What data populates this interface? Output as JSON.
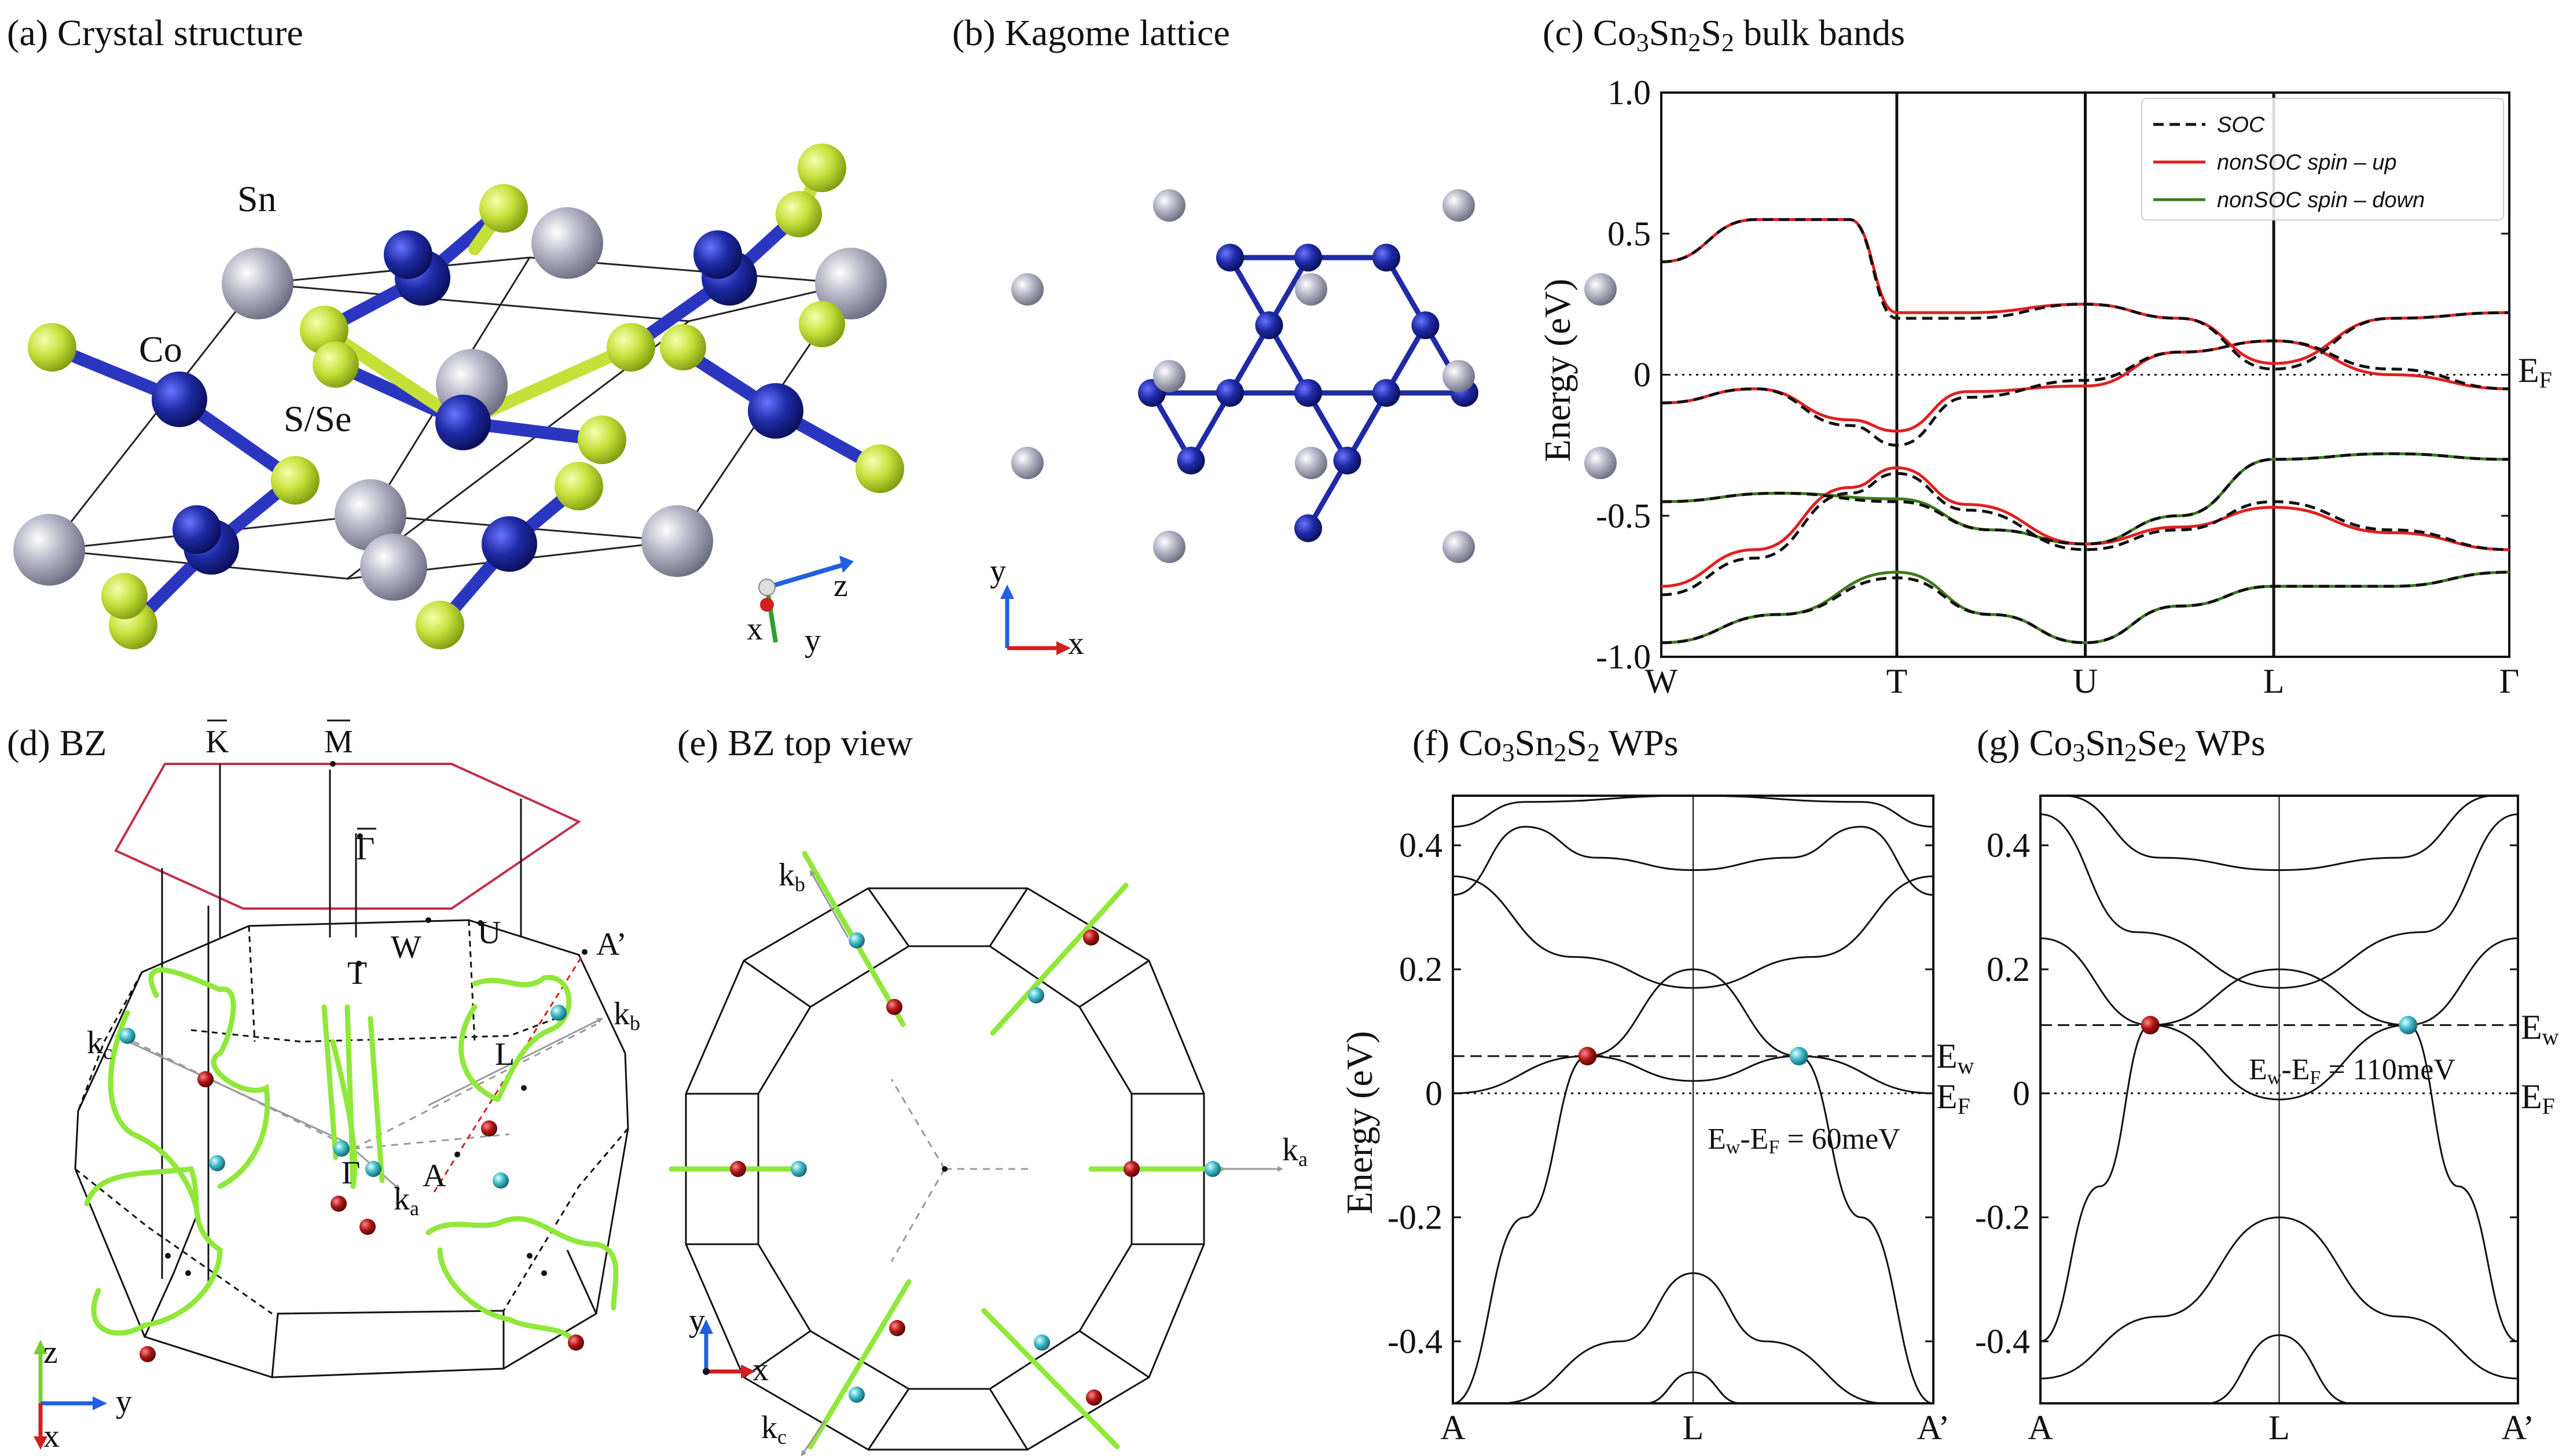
{
  "panels": {
    "a": {
      "title": "(a) Crystal structure",
      "atoms": {
        "sn": "Sn",
        "co": "Co",
        "s": "S/Se"
      },
      "axes": {
        "z": "z",
        "x": "x",
        "y": "y"
      }
    },
    "b": {
      "title": "(b) Kagome lattice",
      "axes": {
        "y": "y",
        "x": "x"
      }
    },
    "c": {
      "title_prefix": "(c) Co",
      "title_s1": "3",
      "title_m": "Sn",
      "title_s2": "2",
      "title_e": "S",
      "title_s3": "2",
      "title_suffix": " bulk bands",
      "ylabel": "Energy (eV)",
      "ef_label": "E",
      "ef_sub": "F"
    },
    "d": {
      "title": "(d) BZ",
      "labels": {
        "kbar": "K",
        "mbar": "M",
        "gbar": "Γ",
        "t": "T",
        "w": "W",
        "u": "U",
        "l": "L",
        "a": "A",
        "ap": "A’",
        "gamma": "Γ",
        "kc": "k",
        "kc_sub": "c",
        "kb": "k",
        "kb_sub": "b",
        "ka": "k",
        "ka_sub": "a"
      },
      "axes": {
        "z": "z",
        "y": "y",
        "x": "x"
      }
    },
    "e": {
      "title": "(e) BZ top view",
      "labels": {
        "kb": "k",
        "kb_sub": "b",
        "ka": "k",
        "ka_sub": "a",
        "kc": "k",
        "kc_sub": "c"
      },
      "axes": {
        "y": "y",
        "x": "x"
      }
    },
    "f": {
      "title_prefix": "(f) Co",
      "s1": "3",
      "m": "Sn",
      "s2": "2",
      "e": "S",
      "s3": "2",
      "title_suffix": " WPs",
      "ylabel": "Energy (eV)",
      "ew_label": "E",
      "ew_sub": "w",
      "ef_label": "E",
      "ef_sub": "F",
      "annot_a": "E",
      "annot_sub1": "w",
      "annot_b": "-E",
      "annot_sub2": "F",
      "annot_c": " = 60meV"
    },
    "g": {
      "title_prefix": "(g) Co",
      "s1": "3",
      "m": "Sn",
      "s2": "2",
      "e": "Se",
      "s3": "2",
      "title_suffix": " WPs",
      "ew_label": "E",
      "ew_sub": "w",
      "ef_label": "E",
      "ef_sub": "F",
      "annot_a": "E",
      "annot_sub1": "w",
      "annot_b": "-E",
      "annot_sub2": "F",
      "annot_c": " = 110meV"
    }
  },
  "colors": {
    "cobalt": "#1f2aa6",
    "tin": "#a6a6b8",
    "sulfur": "#c6e03a",
    "soc": "#111111",
    "spin_up": "#e02020",
    "spin_down": "#3d7a1e",
    "weyl_red": "#b01515",
    "weyl_cyan": "#3ab7c7",
    "fermi_arc": "#8fe83a",
    "bz_top": "#c0304a"
  },
  "chart_data": [
    {
      "type": "line",
      "title": "Co3Sn2S2 bulk bands",
      "ylabel": "Energy (eV)",
      "ylim": [
        -1.0,
        1.0
      ],
      "yticks": [
        1.0,
        0.5,
        0,
        -0.5,
        -1.0
      ],
      "ytick_labels": [
        "1.0",
        "0.5",
        "0",
        "-0.5",
        "-1.0"
      ],
      "categories": [
        "W",
        "T",
        "U",
        "L",
        "Γ"
      ],
      "x": [
        0,
        1.0,
        1.8,
        2.6,
        3.6
      ],
      "legend": {
        "placement": "top-right",
        "entries": [
          "SOC",
          "nonSOC spin – up",
          "nonSOC spin – down"
        ]
      },
      "series": [
        {
          "name": "SOC",
          "style": "dashed",
          "bands": [
            [
              [
                0,
                -0.78
              ],
              [
                0.4,
                -0.65
              ],
              [
                0.8,
                -0.42
              ],
              [
                1.0,
                -0.35
              ],
              [
                1.3,
                -0.48
              ],
              [
                1.8,
                -0.62
              ],
              [
                2.2,
                -0.55
              ],
              [
                2.6,
                -0.45
              ],
              [
                3.1,
                -0.55
              ],
              [
                3.6,
                -0.62
              ]
            ],
            [
              [
                0,
                -0.1
              ],
              [
                0.4,
                -0.05
              ],
              [
                0.8,
                -0.18
              ],
              [
                1.0,
                -0.25
              ],
              [
                1.3,
                -0.08
              ],
              [
                1.8,
                -0.02
              ],
              [
                2.2,
                0.08
              ],
              [
                2.6,
                0.12
              ],
              [
                3.1,
                0.02
              ],
              [
                3.6,
                -0.05
              ]
            ],
            [
              [
                0,
                0.4
              ],
              [
                0.4,
                0.55
              ],
              [
                0.8,
                0.55
              ],
              [
                1.0,
                0.2
              ],
              [
                1.3,
                0.2
              ],
              [
                1.8,
                0.25
              ],
              [
                2.2,
                0.2
              ],
              [
                2.6,
                0.02
              ],
              [
                3.1,
                0.2
              ],
              [
                3.6,
                0.22
              ]
            ],
            [
              [
                0,
                -0.45
              ],
              [
                0.5,
                -0.42
              ],
              [
                1.0,
                -0.45
              ],
              [
                1.4,
                -0.55
              ],
              [
                1.8,
                -0.6
              ],
              [
                2.2,
                -0.5
              ],
              [
                2.6,
                -0.3
              ],
              [
                3.1,
                -0.28
              ],
              [
                3.6,
                -0.3
              ]
            ],
            [
              [
                0,
                -0.95
              ],
              [
                0.5,
                -0.85
              ],
              [
                1.0,
                -0.72
              ],
              [
                1.4,
                -0.85
              ],
              [
                1.8,
                -0.95
              ],
              [
                2.2,
                -0.82
              ],
              [
                2.6,
                -0.75
              ],
              [
                3.1,
                -0.75
              ],
              [
                3.6,
                -0.7
              ]
            ]
          ]
        },
        {
          "name": "nonSOC spin – up",
          "style": "solid",
          "bands": [
            [
              [
                0,
                -0.75
              ],
              [
                0.4,
                -0.62
              ],
              [
                0.8,
                -0.4
              ],
              [
                1.0,
                -0.33
              ],
              [
                1.3,
                -0.46
              ],
              [
                1.8,
                -0.6
              ],
              [
                2.2,
                -0.54
              ],
              [
                2.6,
                -0.47
              ],
              [
                3.1,
                -0.56
              ],
              [
                3.6,
                -0.62
              ]
            ],
            [
              [
                0,
                -0.1
              ],
              [
                0.4,
                -0.05
              ],
              [
                0.8,
                -0.16
              ],
              [
                1.0,
                -0.2
              ],
              [
                1.3,
                -0.06
              ],
              [
                1.8,
                -0.04
              ],
              [
                2.2,
                0.08
              ],
              [
                2.6,
                0.12
              ],
              [
                3.1,
                0.0
              ],
              [
                3.6,
                -0.05
              ]
            ],
            [
              [
                0,
                0.4
              ],
              [
                0.4,
                0.55
              ],
              [
                0.8,
                0.55
              ],
              [
                1.0,
                0.22
              ],
              [
                1.3,
                0.22
              ],
              [
                1.8,
                0.25
              ],
              [
                2.2,
                0.2
              ],
              [
                2.6,
                0.04
              ],
              [
                3.1,
                0.2
              ],
              [
                3.6,
                0.22
              ]
            ]
          ]
        },
        {
          "name": "nonSOC spin – down",
          "style": "solid",
          "bands": [
            [
              [
                0,
                -0.45
              ],
              [
                0.5,
                -0.42
              ],
              [
                1.0,
                -0.44
              ],
              [
                1.4,
                -0.55
              ],
              [
                1.8,
                -0.6
              ],
              [
                2.2,
                -0.5
              ],
              [
                2.6,
                -0.3
              ],
              [
                3.1,
                -0.28
              ],
              [
                3.6,
                -0.3
              ]
            ],
            [
              [
                0,
                -0.95
              ],
              [
                0.5,
                -0.85
              ],
              [
                1.0,
                -0.7
              ],
              [
                1.4,
                -0.85
              ],
              [
                1.8,
                -0.95
              ],
              [
                2.2,
                -0.82
              ],
              [
                2.6,
                -0.75
              ],
              [
                3.1,
                -0.75
              ],
              [
                3.6,
                -0.7
              ]
            ]
          ]
        }
      ],
      "annotations": [
        "E_F"
      ]
    },
    {
      "type": "line",
      "title": "Co3Sn2S2 WPs",
      "ylabel": "Energy (eV)",
      "ylim": [
        -0.5,
        0.48
      ],
      "yticks": [
        0.4,
        0.2,
        0,
        -0.2,
        -0.4
      ],
      "ytick_labels": [
        "0.4",
        "0.2",
        "0",
        "-0.2",
        "-0.4"
      ],
      "categories": [
        "A",
        "L",
        "A’"
      ],
      "x": [
        0,
        1,
        2
      ],
      "ew": 0.06,
      "weyl_points": [
        {
          "x": 0.56,
          "y": 0.06,
          "color": "red"
        },
        {
          "x": 1.44,
          "y": 0.06,
          "color": "cyan"
        }
      ],
      "annotations": [
        "E_w",
        "E_F",
        "E_w-E_F = 60meV"
      ]
    },
    {
      "type": "line",
      "title": "Co3Sn2Se2 WPs",
      "ylim": [
        -0.5,
        0.48
      ],
      "yticks": [
        0.4,
        0.2,
        0,
        -0.2,
        -0.4
      ],
      "ytick_labels": [
        "0.4",
        "0.2",
        "0",
        "-0.2",
        "-0.4"
      ],
      "categories": [
        "A",
        "L",
        "A’"
      ],
      "x": [
        0,
        1,
        2
      ],
      "ew": 0.11,
      "weyl_points": [
        {
          "x": 0.46,
          "y": 0.11,
          "color": "red"
        },
        {
          "x": 1.54,
          "y": 0.11,
          "color": "cyan"
        }
      ],
      "annotations": [
        "E_w",
        "E_F",
        "E_w-E_F = 110meV"
      ]
    }
  ]
}
